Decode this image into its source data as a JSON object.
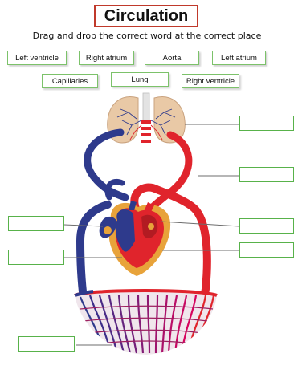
{
  "title": "Circulation",
  "instruction": "Drag and drop the correct word at the correct place",
  "word_bank": [
    {
      "label": "Left ventricle"
    },
    {
      "label": "Right atrium"
    },
    {
      "label": "Aorta"
    },
    {
      "label": "Left atrium"
    },
    {
      "label": "Capillaries"
    },
    {
      "label": "Lung"
    },
    {
      "label": "Right ventricle"
    }
  ],
  "drop_zones": [
    {
      "name": "lung-drop-zone",
      "value": ""
    },
    {
      "name": "aorta-drop-zone",
      "value": ""
    },
    {
      "name": "upper-left-drop-zone",
      "value": ""
    },
    {
      "name": "right-upper-drop-zone",
      "value": ""
    },
    {
      "name": "right-lower-drop-zone",
      "value": ""
    },
    {
      "name": "lower-left-drop-zone",
      "value": ""
    },
    {
      "name": "capillaries-drop-zone",
      "value": ""
    }
  ],
  "colors": {
    "title_border": "#c0392b",
    "chip_border": "#7cc26a",
    "drop_border": "#58b24a",
    "oxygenated": "#e0242c",
    "deoxygenated": "#2e3a8c",
    "lung": "#e9c9a6",
    "heart_outer": "#e8a33a"
  }
}
